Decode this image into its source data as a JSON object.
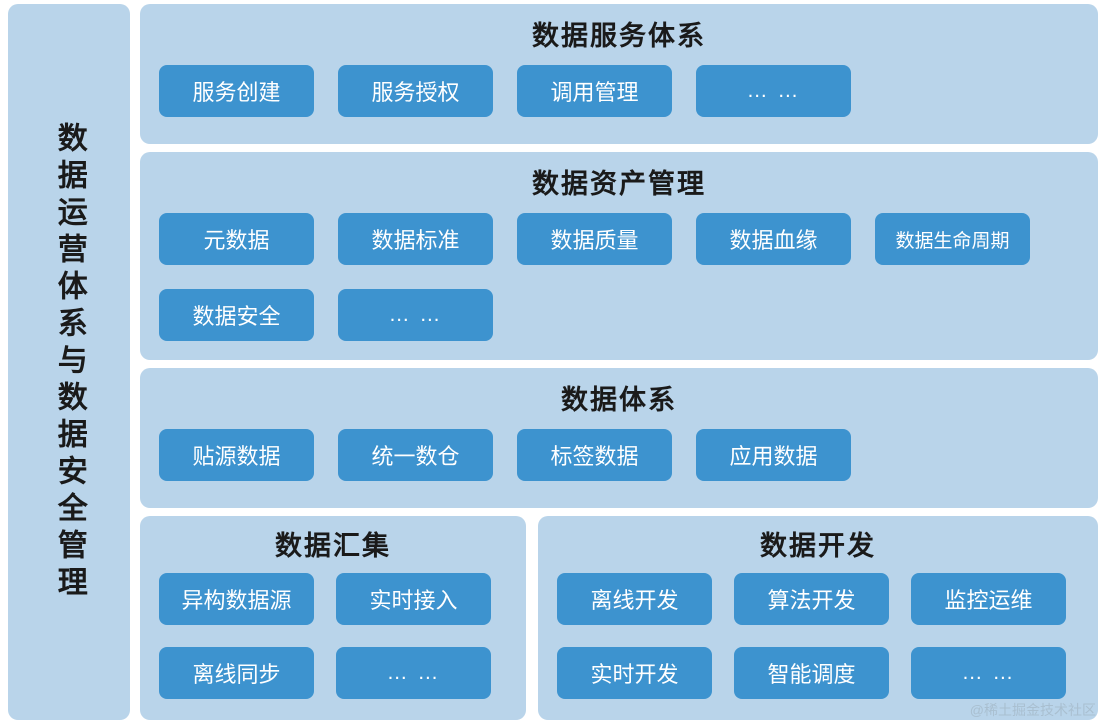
{
  "sidebar": {
    "label": "数据运营体系与数据安全管理"
  },
  "groups": [
    {
      "id": "service",
      "title": "数据服务体系",
      "items": [
        "服务创建",
        "服务授权",
        "调用管理",
        "… …"
      ]
    },
    {
      "id": "asset",
      "title": "数据资产管理",
      "items": [
        "元数据",
        "数据标准",
        "数据质量",
        "数据血缘",
        "数据生命周期",
        "数据安全",
        "… …"
      ]
    },
    {
      "id": "system",
      "title": "数据体系",
      "items": [
        "贴源数据",
        "统一数仓",
        "标签数据",
        "应用数据"
      ]
    },
    {
      "id": "collect",
      "title": "数据汇集",
      "items": [
        "异构数据源",
        "实时接入",
        "离线同步",
        "… …"
      ]
    },
    {
      "id": "dev",
      "title": "数据开发",
      "items": [
        "离线开发",
        "算法开发",
        "监控运维",
        "实时开发",
        "智能调度",
        "… …"
      ]
    }
  ],
  "watermark": "@稀土掘金技术社区",
  "colors": {
    "panel_bg": "#b9d4ea",
    "chip_bg": "#3d93cf",
    "chip_text": "#ffffff",
    "title_text": "#1a1a1a"
  }
}
